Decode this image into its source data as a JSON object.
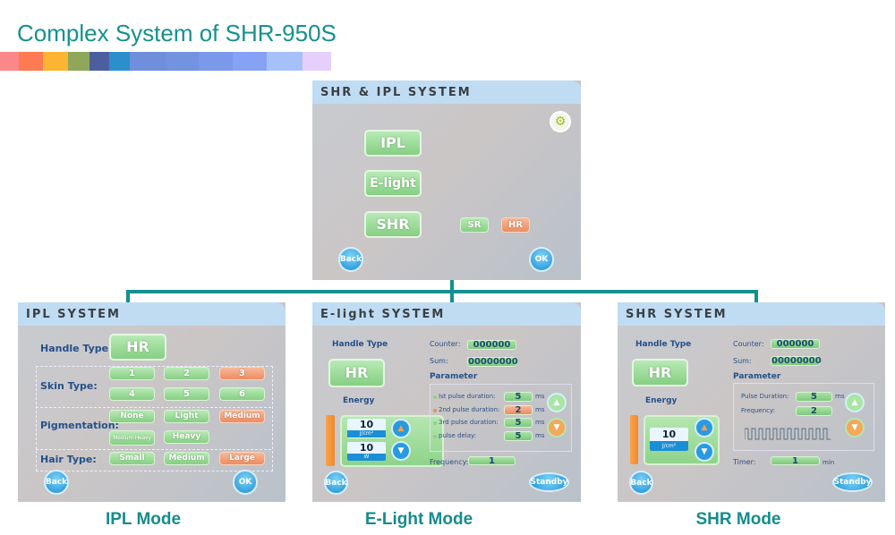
{
  "title": "Complex System of SHR-950S",
  "color_bar": [
    "#fc878a",
    "#fd7a52",
    "#fbb532",
    "#8ea75a",
    "#4d5ea0",
    "#2b8fcc",
    "#6f8edc",
    "#7193e0",
    "#7a99ea",
    "#86a2f5",
    "#a6c1fa",
    "#e5d0fb"
  ],
  "main": {
    "header": "SHR & IPL SYSTEM",
    "icon": "gear-icon",
    "buttons": [
      "IPL",
      "E-light",
      "SHR"
    ],
    "sub_sr": "SR",
    "sub_hr": "HR",
    "back": "Back",
    "ok": "OK"
  },
  "ipl": {
    "header": "IPL SYSTEM",
    "handle_label": "Handle Type:",
    "handle": "HR",
    "skin_label": "Skin Type:",
    "skin": [
      "1",
      "2",
      "3",
      "4",
      "5",
      "6"
    ],
    "skin_selected": "3",
    "pig_label": "Pigmentation:",
    "pig": [
      "None",
      "Light",
      "Medium",
      "Medium Heavy",
      "Heavy"
    ],
    "pig_selected": "Medium",
    "hair_label": "Hair Type:",
    "hair": [
      "Small",
      "Medium",
      "Large"
    ],
    "hair_selected": "Large",
    "back": "Back",
    "ok": "OK",
    "mode": "IPL Mode"
  },
  "elight": {
    "header": "E-light SYSTEM",
    "handle_label": "Handle Type",
    "handle": "HR",
    "energy_label": "Energy",
    "energy_value": "10",
    "energy_unit": "J/cm²",
    "power_value": "10",
    "power_unit": "W",
    "counter_label": "Counter:",
    "counter": "000000",
    "sum_label": "Sum:",
    "sum": "00000000",
    "param_label": "Parameter",
    "params": [
      {
        "label": "Ist pulse duration:",
        "value": "5",
        "unit": "ms"
      },
      {
        "label": "2nd pulse duration:",
        "value": "2",
        "unit": "ms"
      },
      {
        "label": "3rd pulse duration:",
        "value": "5",
        "unit": "ms"
      },
      {
        "label": "pulse delay:",
        "value": "5",
        "unit": "ms"
      }
    ],
    "freq_label": "Frequency:",
    "freq": "1",
    "back": "Back",
    "standby": "Standby",
    "mode": "E-Light Mode"
  },
  "shr": {
    "header": "SHR SYSTEM",
    "handle_label": "Handle Type",
    "handle": "HR",
    "energy_label": "Energy",
    "energy_value": "10",
    "energy_unit": "J/cm²",
    "counter_label": "Counter:",
    "counter": "000000",
    "sum_label": "Sum:",
    "sum": "00000000",
    "param_label": "Parameter",
    "pulse_label": "Pulse Duration:",
    "pulse": "5",
    "pulse_unit": "ms",
    "freq_label": "Frequency:",
    "freq": "2",
    "timer_label": "Timer:",
    "timer": "1",
    "timer_unit": "min",
    "back": "Back",
    "standby": "Standby",
    "mode": "SHR Mode"
  }
}
